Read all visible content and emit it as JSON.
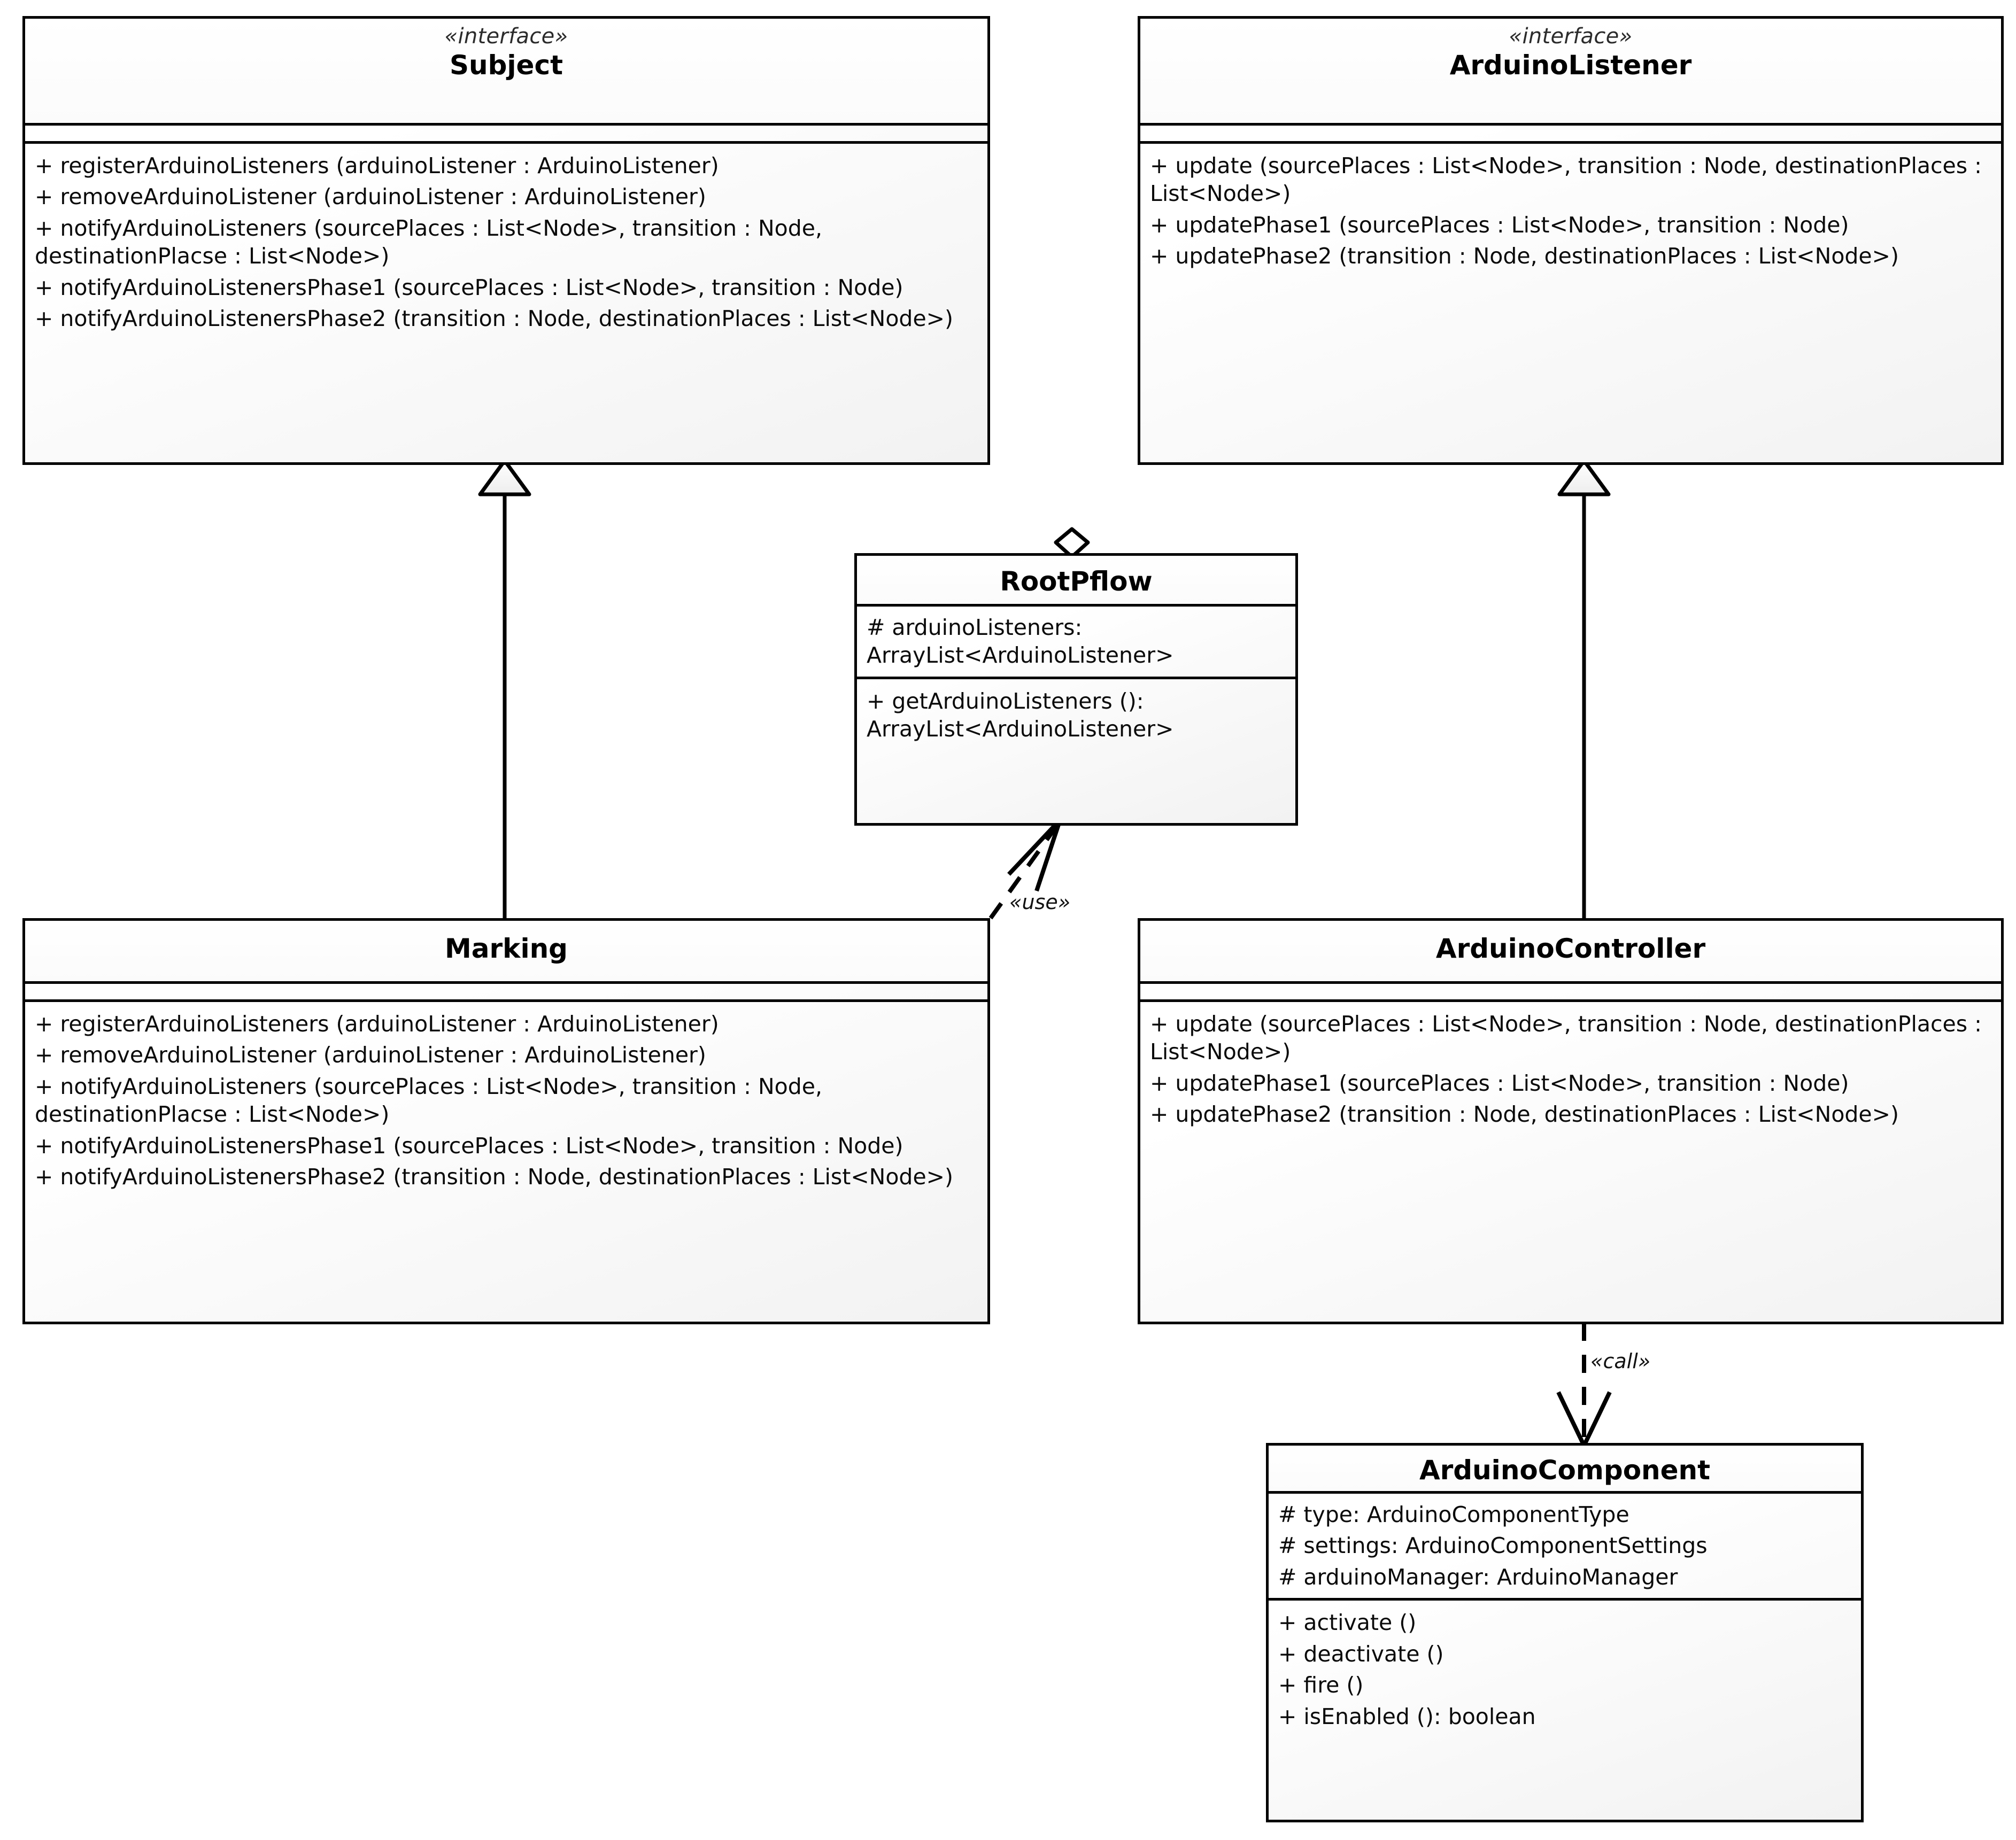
{
  "diagram": {
    "kind": "uml-class-diagram",
    "background": "#ffffff",
    "line_color": "#000000"
  },
  "classes": {
    "subject": {
      "stereotype": "«interface»",
      "name": "Subject",
      "attributes": [],
      "operations": [
        "+ registerArduinoListeners (arduinoListener : ArduinoListener)",
        "+ removeArduinoListener (arduinoListener : ArduinoListener)",
        "+ notifyArduinoListeners (sourcePlaces : List<Node>, transition : Node, destinationPlacse : List<Node>)",
        "+ notifyArduinoListenersPhase1 (sourcePlaces : List<Node>, transition : Node)",
        "+ notifyArduinoListenersPhase2 (transition : Node, destinationPlaces : List<Node>)"
      ]
    },
    "arduino_listener": {
      "stereotype": "«interface»",
      "name": "ArduinoListener",
      "attributes": [],
      "operations": [
        "+ update (sourcePlaces : List<Node>, transition : Node, destinationPlaces : List<Node>)",
        "+ updatePhase1 (sourcePlaces : List<Node>, transition : Node)",
        "+ updatePhase2 (transition : Node, destinationPlaces : List<Node>)"
      ]
    },
    "root_pflow": {
      "stereotype": "",
      "name": "RootPflow",
      "attributes": [
        "# arduinoListeners: ArrayList<ArduinoListener>"
      ],
      "operations": [
        "+ getArduinoListeners (): ArrayList<ArduinoListener>"
      ]
    },
    "marking": {
      "stereotype": "",
      "name": "Marking",
      "attributes": [],
      "operations": [
        "+ registerArduinoListeners (arduinoListener : ArduinoListener)",
        "+ removeArduinoListener (arduinoListener : ArduinoListener)",
        "+ notifyArduinoListeners (sourcePlaces : List<Node>, transition : Node, destinationPlacse : List<Node>)",
        "+ notifyArduinoListenersPhase1 (sourcePlaces : List<Node>, transition : Node)",
        "+ notifyArduinoListenersPhase2 (transition : Node, destinationPlaces : List<Node>)"
      ]
    },
    "arduino_controller": {
      "stereotype": "",
      "name": "ArduinoController",
      "attributes": [],
      "operations": [
        "+ update (sourcePlaces : List<Node>, transition : Node, destinationPlaces : List<Node>)",
        "+ updatePhase1 (sourcePlaces : List<Node>, transition : Node)",
        "+ updatePhase2 (transition : Node, destinationPlaces : List<Node>)"
      ]
    },
    "arduino_component": {
      "stereotype": "",
      "name": "ArduinoComponent",
      "attributes": [
        "# type: ArduinoComponentType",
        "# settings: ArduinoComponentSettings",
        "# arduinoManager: ArduinoManager"
      ],
      "operations": [
        "+ activate ()",
        "+ deactivate ()",
        "+ fire ()",
        "+ isEnabled (): boolean"
      ]
    }
  },
  "relationships": {
    "marking_realizes_subject": {
      "type": "generalization",
      "label": "",
      "from": "Marking",
      "to": "Subject"
    },
    "controller_realizes_listener": {
      "type": "generalization",
      "label": "",
      "from": "ArduinoController",
      "to": "ArduinoListener"
    },
    "rootpflow_aggregates_listener": {
      "type": "aggregation",
      "label": "",
      "from": "RootPflow",
      "to": "ArduinoListener"
    },
    "marking_uses_rootpflow": {
      "type": "dependency",
      "label": "«use»",
      "from": "Marking",
      "to": "RootPflow"
    },
    "controller_calls_component": {
      "type": "dependency",
      "label": "«call»",
      "from": "ArduinoController",
      "to": "ArduinoComponent"
    }
  }
}
